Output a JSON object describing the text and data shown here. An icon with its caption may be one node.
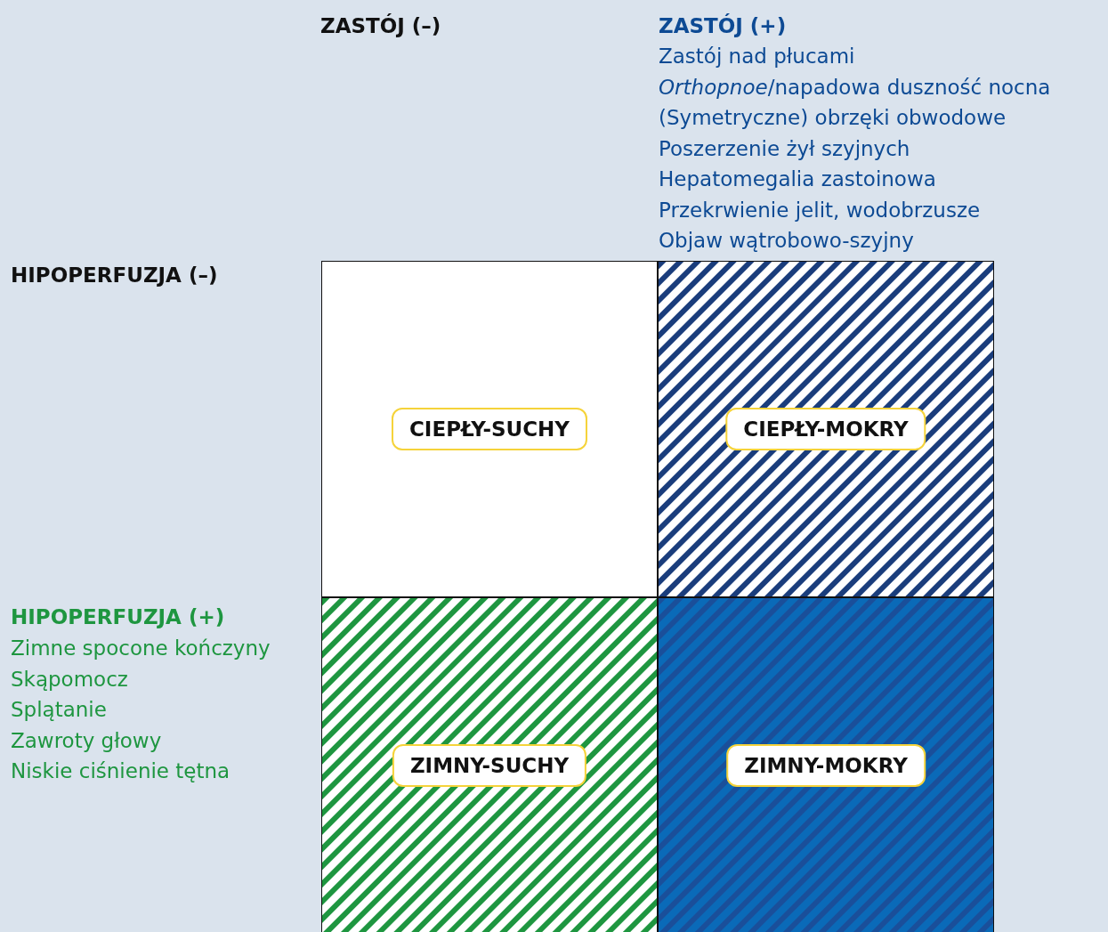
{
  "diagram": {
    "nodes": [
      {
        "text": [
          "CIEPŁY-SUCHY"
        ]
      },
      {
        "text": [
          "CIEPŁY-MOKRY"
        ]
      },
      {
        "text": [
          "ZIMNY-SUCHY"
        ]
      },
      {
        "text": [
          "ZIMNY-MOKRY"
        ]
      }
    ],
    "edges": [],
    "labels": [
      "ZASTÓJ (–)",
      "ZASTÓJ (+)",
      "Zastój nad płucami",
      "*Orthopnoe*/napadowa duszność nocna",
      "(Symetryczne) obrzęki obwodowe",
      "Poszerzenie żył szyjnych",
      "Hepatomegalia zastoinowa",
      "Przekrwienie jelit, wodobrzusze",
      "Objaw wątrobowo-szyjny",
      "HIPOPERFUZJA (–)",
      "HIPOPERFUZJA (+)",
      "Zimne spocone kończyny",
      "Skąpomocz",
      "Splątanie",
      "Zawroty głowy",
      "Niskie ciśnienie tętna"
    ]
  }
}
